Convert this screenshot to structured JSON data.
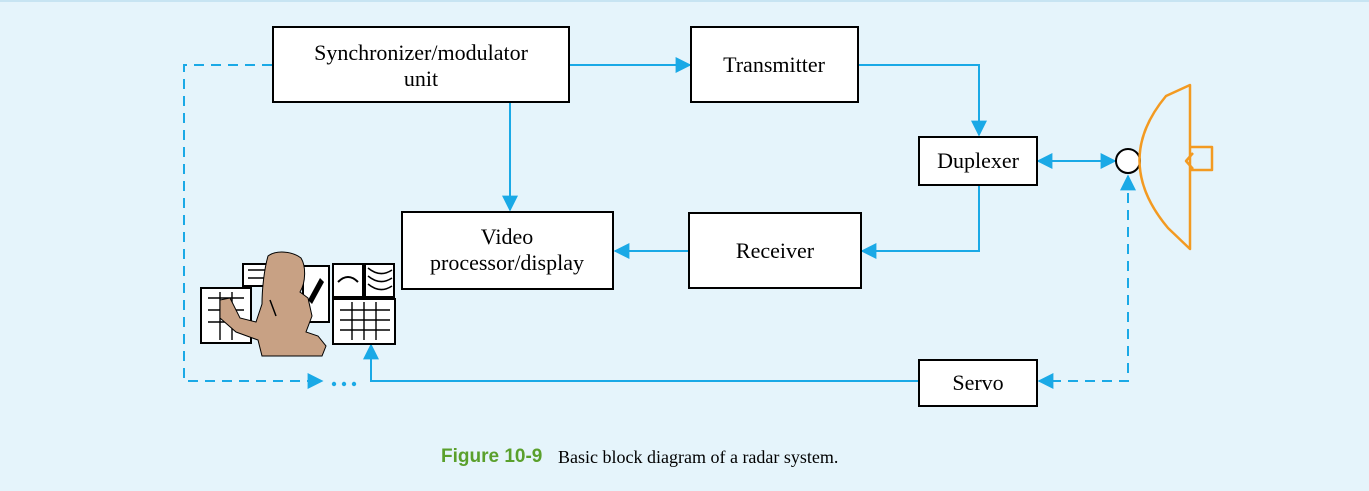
{
  "colors": {
    "background": "#e5f4fb",
    "signal_line": "#1aa9e6",
    "antenna": "#f39a21",
    "operator": "#c8a184",
    "figure_number": "#5aa02c"
  },
  "blocks": {
    "synchronizer": {
      "line1": "Synchronizer/modulator",
      "line2": "unit"
    },
    "transmitter": {
      "label": "Transmitter"
    },
    "duplexer": {
      "label": "Duplexer"
    },
    "receiver": {
      "label": "Receiver"
    },
    "video": {
      "line1": "Video",
      "line2": "processor/display"
    },
    "servo": {
      "label": "Servo"
    }
  },
  "icons": {
    "operator": "operator-at-console-icon",
    "antenna": "parabolic-antenna-icon",
    "rotary_joint": "rotary-joint-icon"
  },
  "caption": {
    "number": "Figure 10-9",
    "text": "Basic block diagram of a radar system."
  }
}
